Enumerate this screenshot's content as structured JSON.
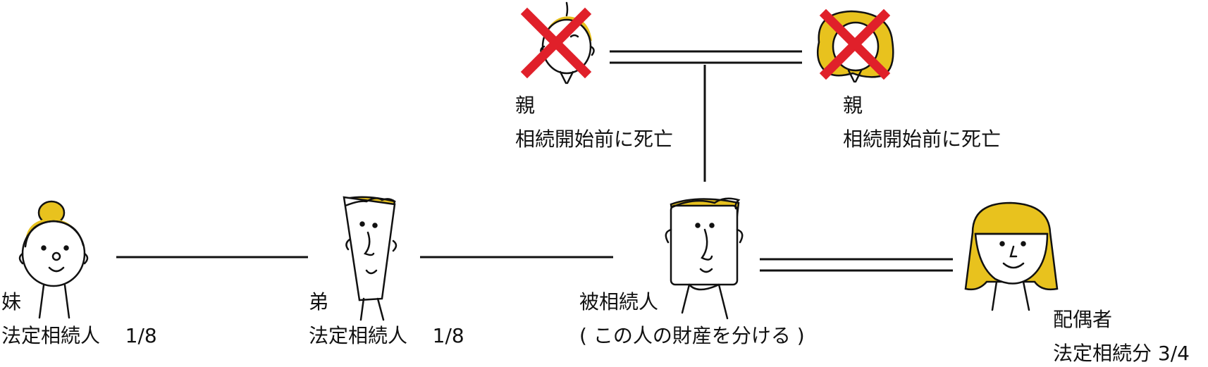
{
  "colors": {
    "hair": "#e8c21e",
    "line": "#111111",
    "cross": "#e0202a"
  },
  "people": [
    {
      "id": "parent-father",
      "role": "親",
      "status": "相続開始前に死亡"
    },
    {
      "id": "parent-mother",
      "role": "親",
      "status": "相続開始前に死亡"
    },
    {
      "id": "sister",
      "role": "妹",
      "status": "法定相続人",
      "share": "1/8"
    },
    {
      "id": "brother",
      "role": "弟",
      "status": "法定相続人",
      "share": "1/8"
    },
    {
      "id": "decedent",
      "role": "被相続人",
      "status": "( この人の財産を分ける )"
    },
    {
      "id": "spouse",
      "role": "配偶者",
      "status": "法定相続分 3/4"
    }
  ]
}
